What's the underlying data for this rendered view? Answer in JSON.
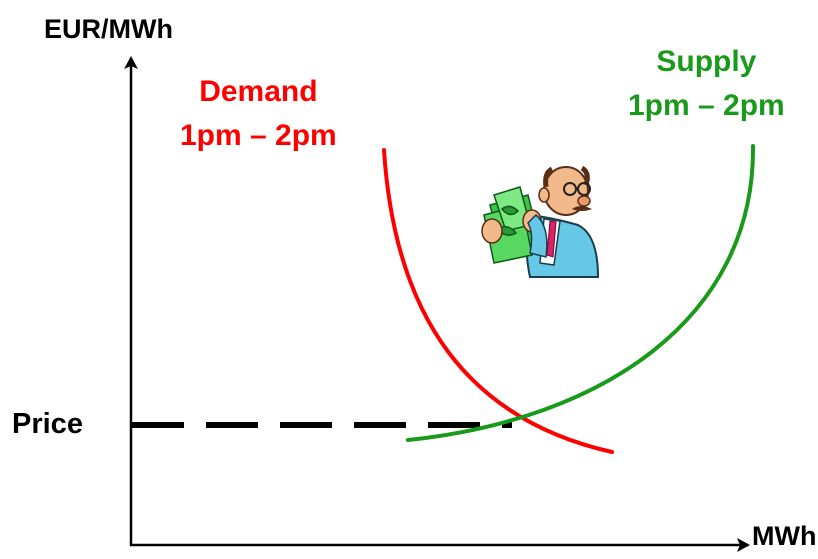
{
  "axes": {
    "y_label": "EUR/MWh",
    "x_label": "MWh"
  },
  "price_label": "Price",
  "demand": {
    "title_line1": "Demand",
    "title_line2": "1pm – 2pm",
    "color": "#ff0000"
  },
  "supply": {
    "title_line1": "Supply",
    "title_line2": "1pm – 2pm",
    "color": "#1a9a1a"
  },
  "illustration": "businessman-holding-money-icon"
}
